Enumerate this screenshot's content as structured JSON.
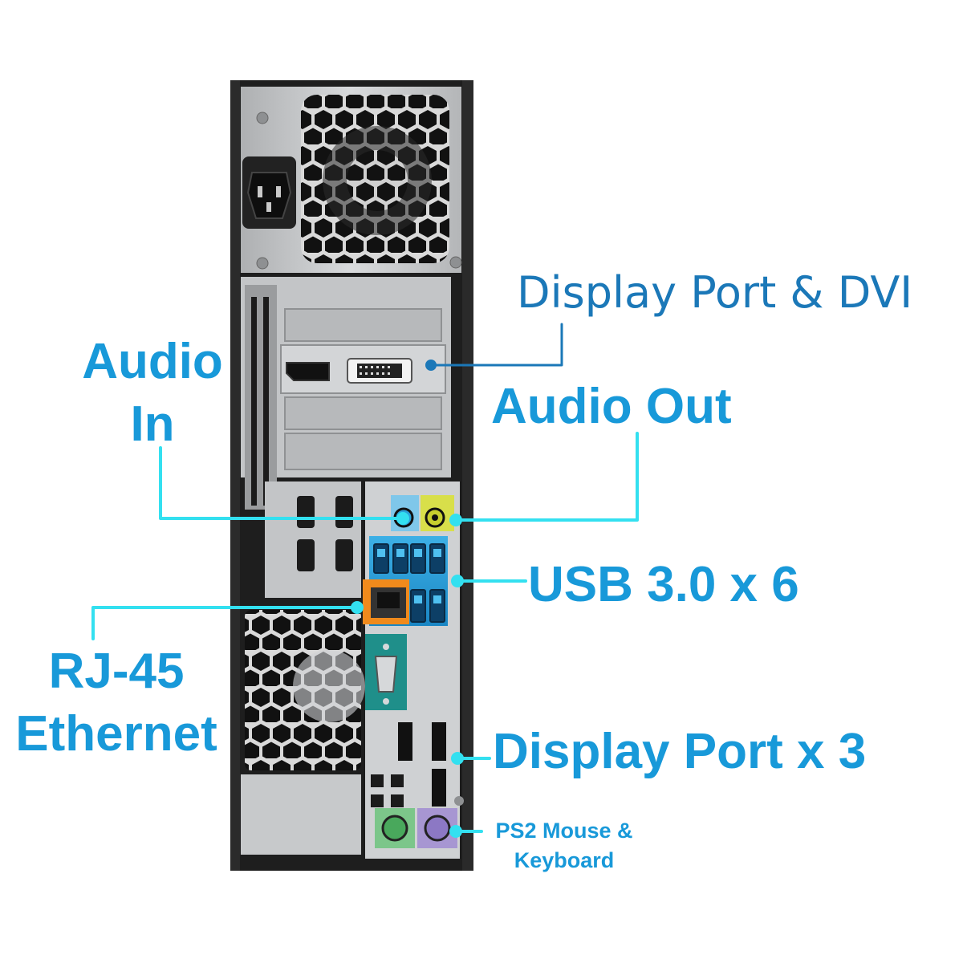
{
  "labels": {
    "display_port_dvi": "Display Port & DVI",
    "audio_in_line1": "Audio",
    "audio_in_line2": "In",
    "audio_out": "Audio Out",
    "usb": "USB 3.0 x 6",
    "rj45_line1": "RJ-45",
    "rj45_line2": "Ethernet",
    "display_port_x3": "Display Port x 3",
    "ps2_line1": "PS2 Mouse &",
    "ps2_line2": "Keyboard"
  },
  "colors": {
    "label_blue": "#1899d9",
    "label_blue_thin": "#1b78b8",
    "leader_cyan": "#33e0f0",
    "leader_blue": "#1b78b8",
    "case_black": "#1e1e1e",
    "panel_silver": "#c9cbcd",
    "usb_blue": "#2aa0d8",
    "rj45_orange": "#f08a1c",
    "serial_teal": "#1f8f8a",
    "audio_in_blue": "#7fc7ea",
    "audio_out_yellow": "#d8df4a",
    "ps2_green": "#7cc68a",
    "ps2_purple": "#a796d2"
  },
  "icons": [
    "power-socket-icon",
    "fan-grille-icon",
    "dvi-port-icon",
    "displayport-icon",
    "usb-port-icon",
    "ethernet-port-icon",
    "serial-port-icon",
    "audio-jack-icon",
    "ps2-port-icon"
  ]
}
